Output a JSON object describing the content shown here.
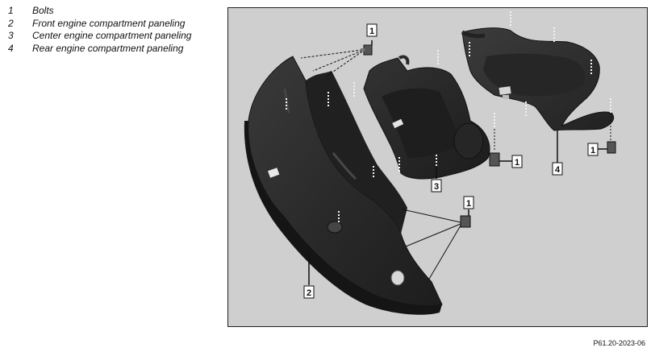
{
  "legend": [
    {
      "number": "1",
      "text": "Bolts"
    },
    {
      "number": "2",
      "text": "Front engine compartment paneling"
    },
    {
      "number": "3",
      "text": "Center engine compartment paneling"
    },
    {
      "number": "4",
      "text": "Rear engine compartment paneling"
    }
  ],
  "callouts": {
    "bolt_top": "1",
    "bolt_center": "1",
    "bolt_front": "1",
    "bolt_rear": "1",
    "front_panel": "2",
    "center_panel": "3",
    "rear_panel": "4"
  },
  "reference_code": "P61.20-2023-06"
}
